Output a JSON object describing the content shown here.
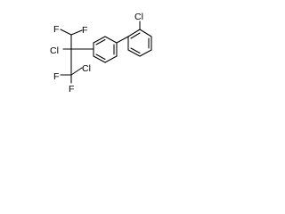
{
  "structure": {
    "atom_labels": {
      "cl_ring": "Cl",
      "cl_central": "Cl",
      "cl_chain": "Cl",
      "f_top_1": "F",
      "f_top_2": "F",
      "f_bottom_1": "F",
      "f_bottom_2": "F"
    }
  }
}
